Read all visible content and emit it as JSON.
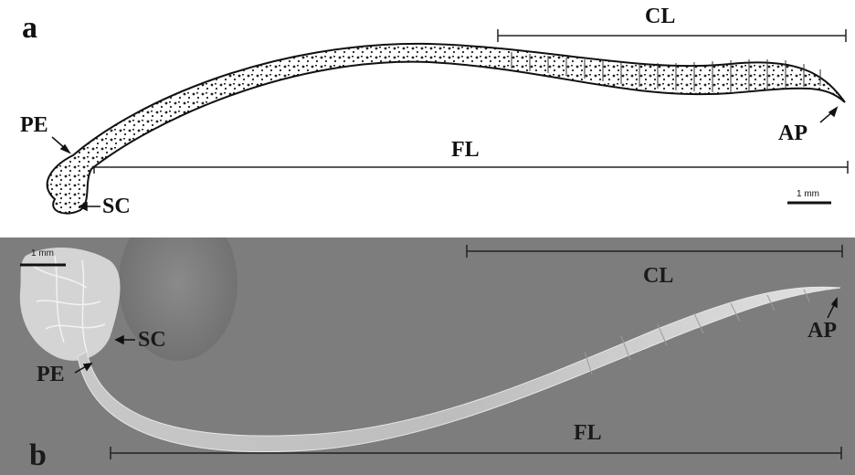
{
  "panel_a": {
    "letter": "a",
    "labels": {
      "cl": "CL",
      "fl": "FL",
      "pe": "PE",
      "sc": "SC",
      "ap": "AP"
    },
    "scale_bar": "1 mm"
  },
  "panel_b": {
    "letter": "b",
    "labels": {
      "cl": "CL",
      "fl": "FL",
      "pe": "PE",
      "sc": "SC",
      "ap": "AP"
    },
    "scale_bar": "1 mm"
  },
  "colors": {
    "sem_background": "#7d7d7d",
    "ink": "#111111"
  }
}
